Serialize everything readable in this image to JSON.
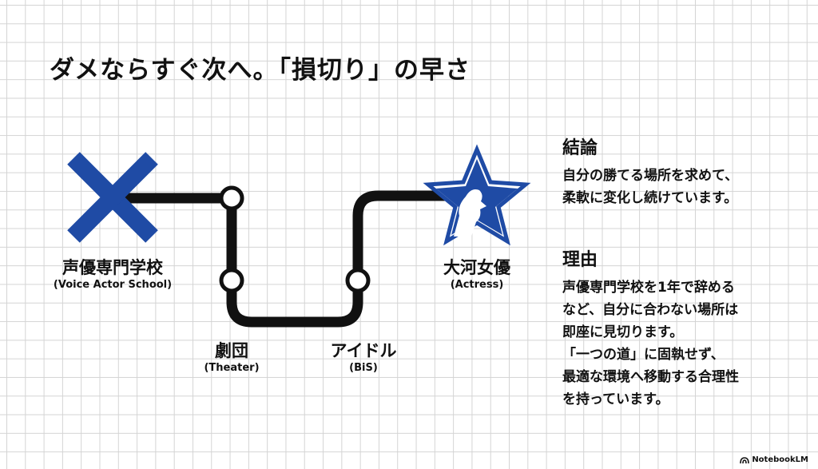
{
  "title": "ダメならすぐ次へ。「損切り」の早さ",
  "nodes": {
    "voice_school": {
      "jp": "声優専門学校",
      "en": "(Voice Actor School)"
    },
    "theater": {
      "jp": "劇団",
      "en": "(Theater)"
    },
    "idol": {
      "jp": "アイドル",
      "en": "(BiS)"
    },
    "actress": {
      "jp": "大河女優",
      "en": "(Actress)"
    }
  },
  "conclusion": {
    "heading": "結論",
    "body": "自分の勝てる場所を求めて、\n柔軟に変化し続けています。"
  },
  "reason": {
    "heading": "理由",
    "body": "声優専門学校を1年で辞める\nなど、自分に合わない場所は\n即座に見切ります。\n「一つの道」に固執せず、\n最適な環境へ移動する合理性\nを持っています。"
  },
  "footer": {
    "brand": "NotebookLM"
  },
  "colors": {
    "accent": "#1f4ba5",
    "line": "#111111",
    "background": "#ffffff"
  }
}
